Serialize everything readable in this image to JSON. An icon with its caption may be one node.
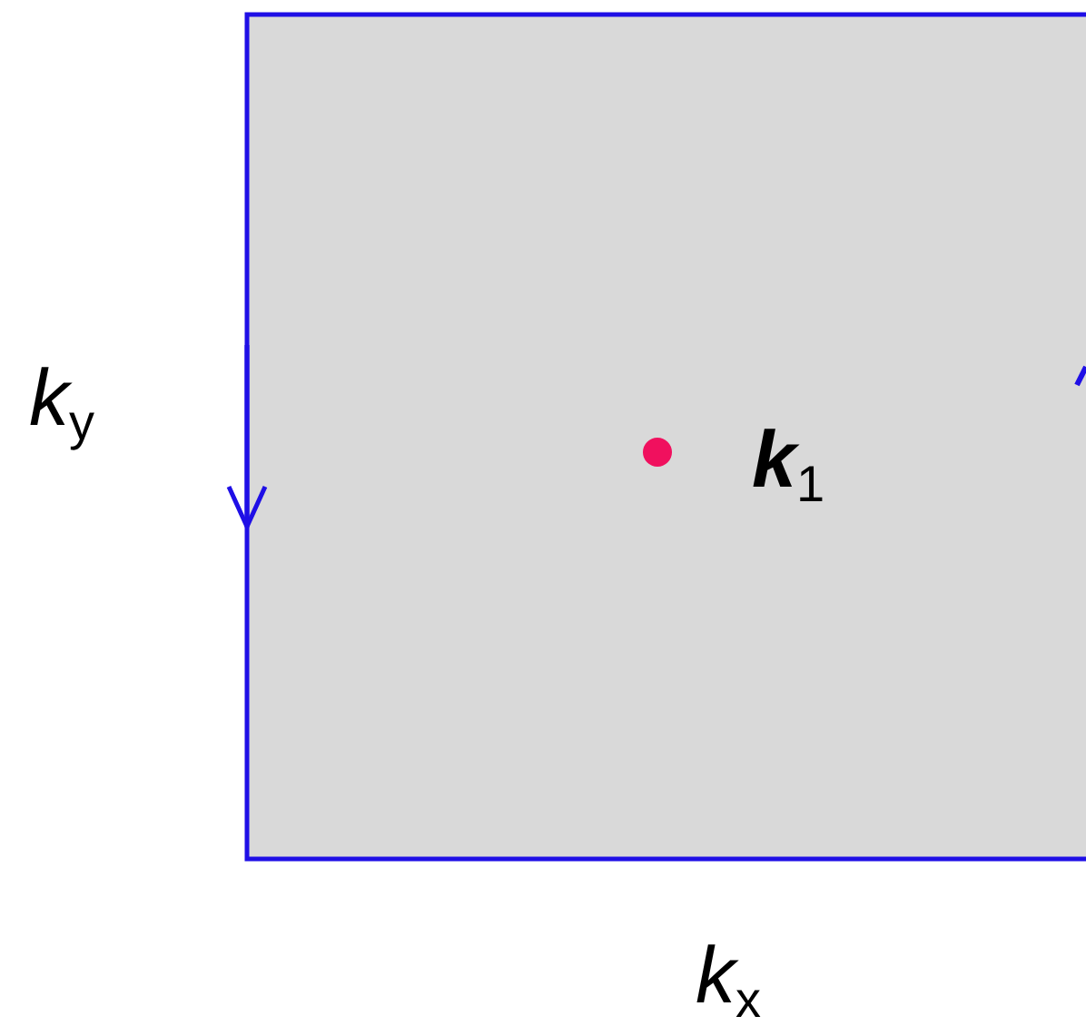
{
  "diagram": {
    "labels": [
      "*k*$_{y}$",
      "**k**$_{1}$",
      "*k*$_{x}$"
    ]
  }
}
